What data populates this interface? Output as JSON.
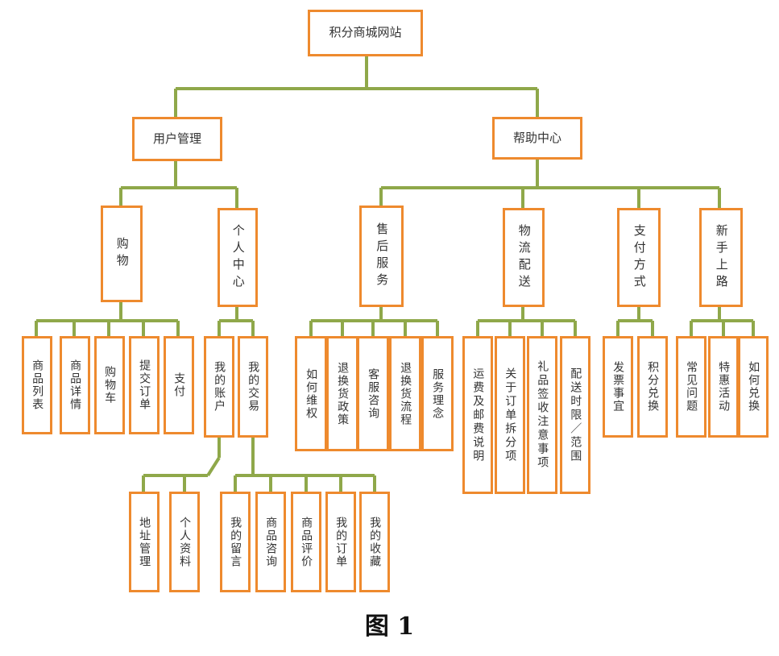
{
  "colors": {
    "box_border": "#ee8a2e",
    "connector": "#8fa84a",
    "text": "#333333"
  },
  "root": {
    "label": "积分商城网站"
  },
  "branches": [
    {
      "label": "用户管理",
      "groups": [
        {
          "label": "购物",
          "items": [
            "商品列表",
            "商品详情",
            "购物车",
            "提交订单",
            "支付"
          ]
        },
        {
          "label": "个人中心",
          "subgroups": [
            {
              "label": "我的账户",
              "items": [
                "地址管理",
                "个人资料"
              ]
            },
            {
              "label": "我的交易",
              "items": [
                "我的留言",
                "商品咨询",
                "商品评价",
                "我的订单",
                "我的收藏"
              ]
            }
          ]
        }
      ]
    },
    {
      "label": "帮助中心",
      "groups": [
        {
          "label": "售后服务",
          "items": [
            "如何维权",
            "退换货政策",
            "客服咨询",
            "退换货流程",
            "服务理念"
          ]
        },
        {
          "label": "物流配送",
          "items": [
            "运费及邮费说明",
            "关于订单拆分项",
            "礼品签收注意事项",
            "配送时限／范围"
          ]
        },
        {
          "label": "支付方式",
          "items": [
            "发票事宜",
            "积分兑换"
          ]
        },
        {
          "label": "新手上路",
          "items": [
            "常见问题",
            "特惠活动",
            "如何兑换"
          ]
        }
      ]
    }
  ],
  "caption": "图 1"
}
